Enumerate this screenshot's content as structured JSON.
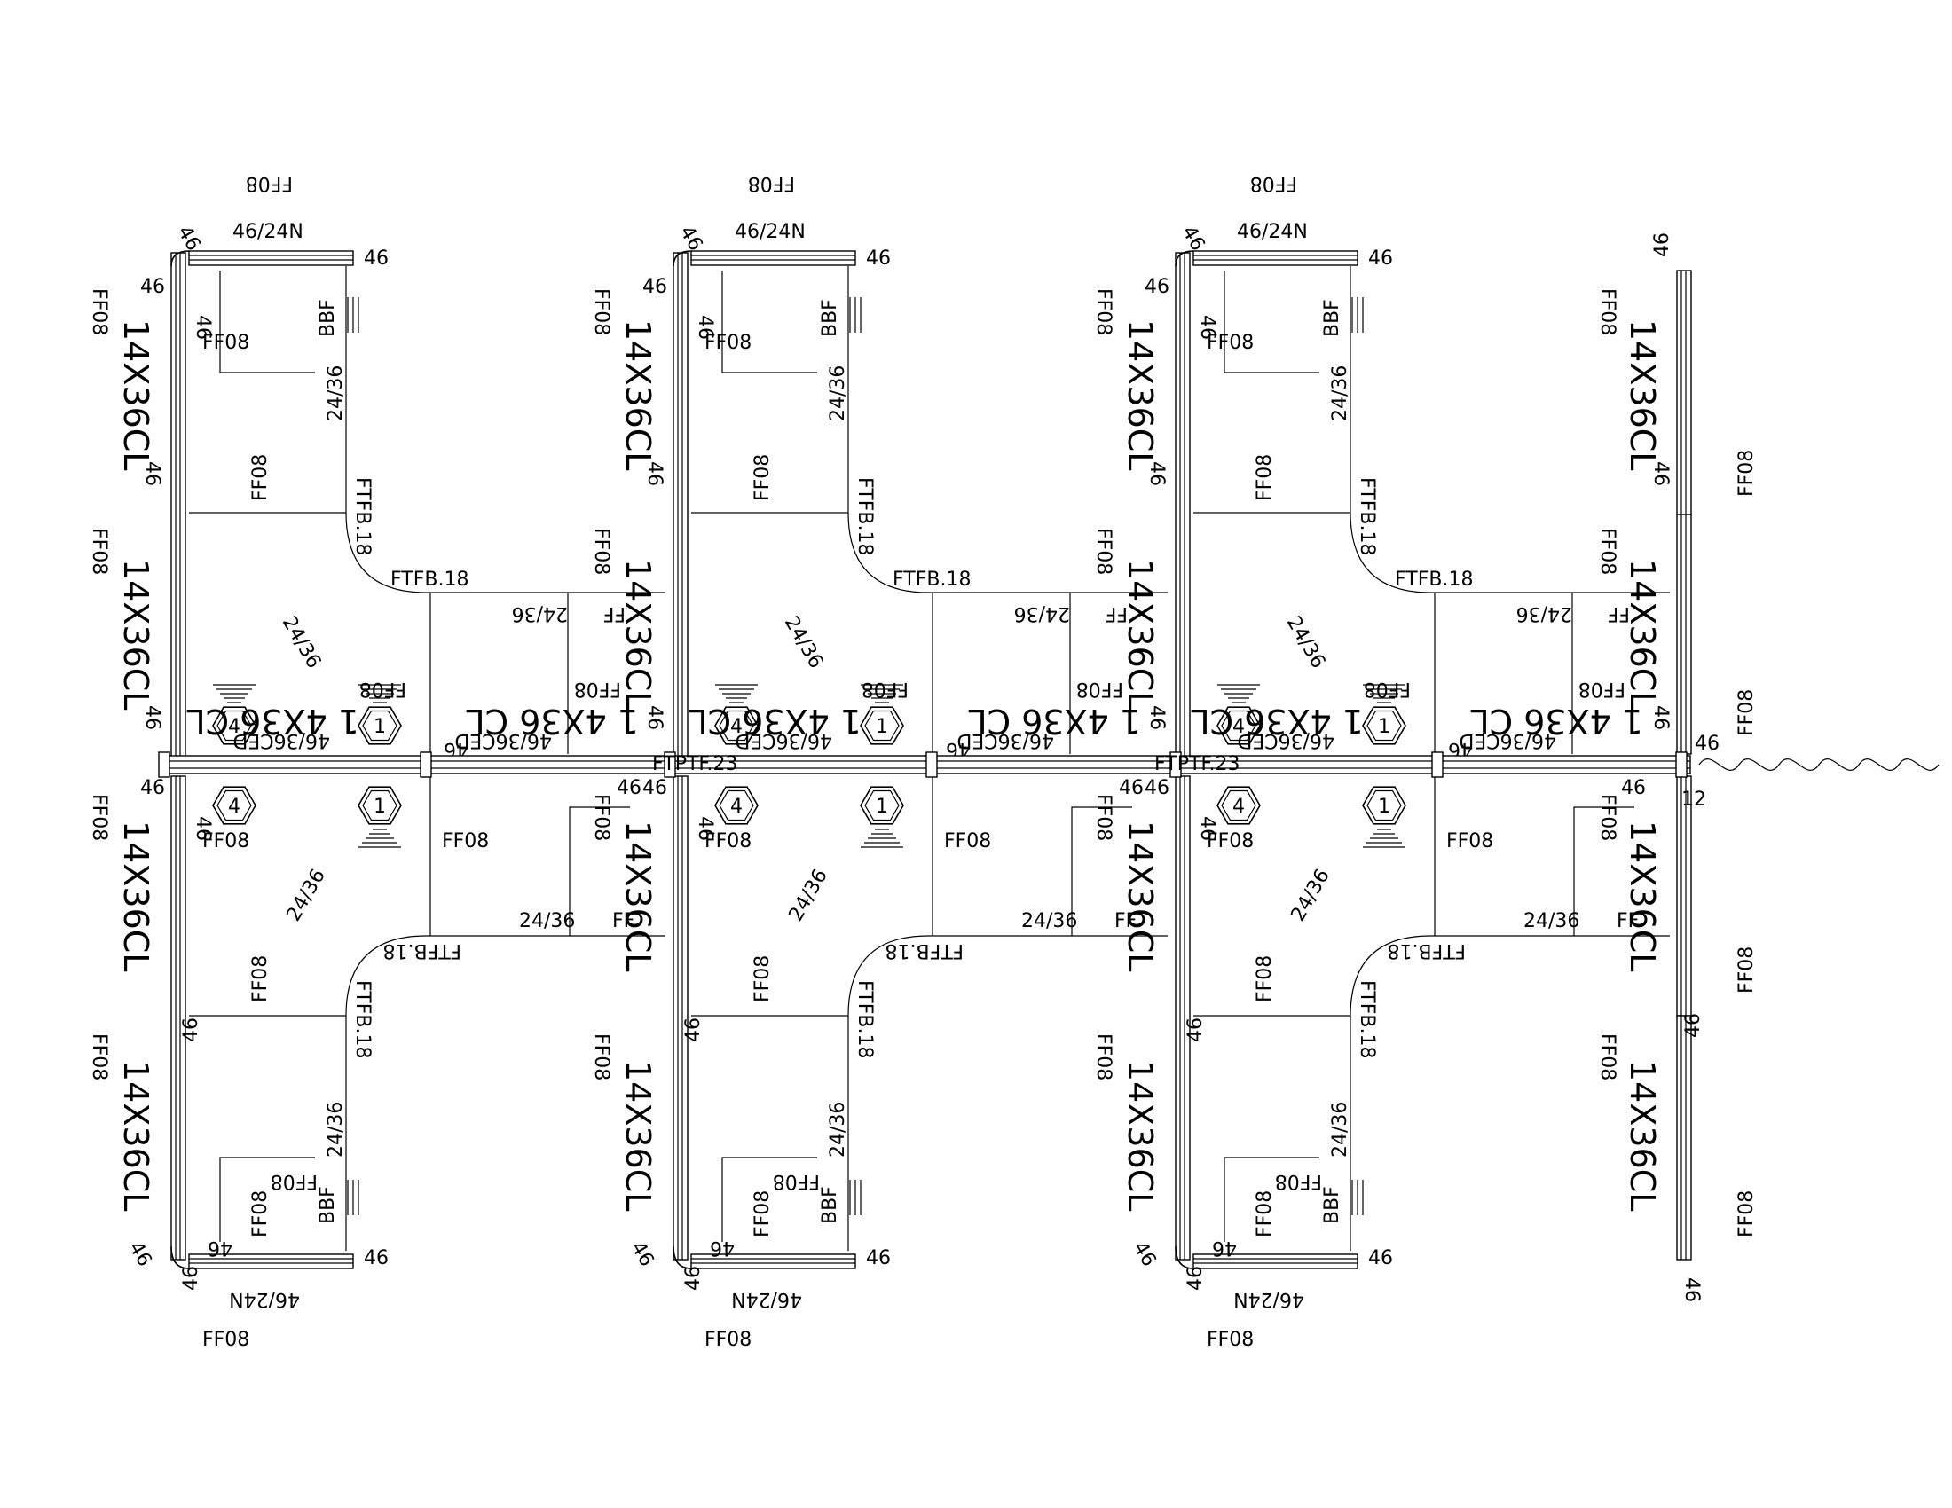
{
  "labels": {
    "panel_46": "46",
    "panel_46_24n": "46/24N",
    "ff08": "FF08",
    "ff08_overprint": "FF08",
    "bbf": "BBF",
    "worksurface_24_36": "24/36",
    "ftfb": "FTFB.18",
    "ftptf": "FTPTF.23",
    "cl_module": "14X36CL",
    "cl_module_spaced": "1 4X36 CL",
    "ced": "46/36CED",
    "ff": "FF",
    "twelve": "12",
    "hex_4": "4",
    "hex_1": "1"
  },
  "colors": {
    "ink": "#000000",
    "paper": "#ffffff"
  },
  "bays": [
    {
      "offset": 0
    },
    {
      "offset": 566
    },
    {
      "offset": 1132
    }
  ]
}
